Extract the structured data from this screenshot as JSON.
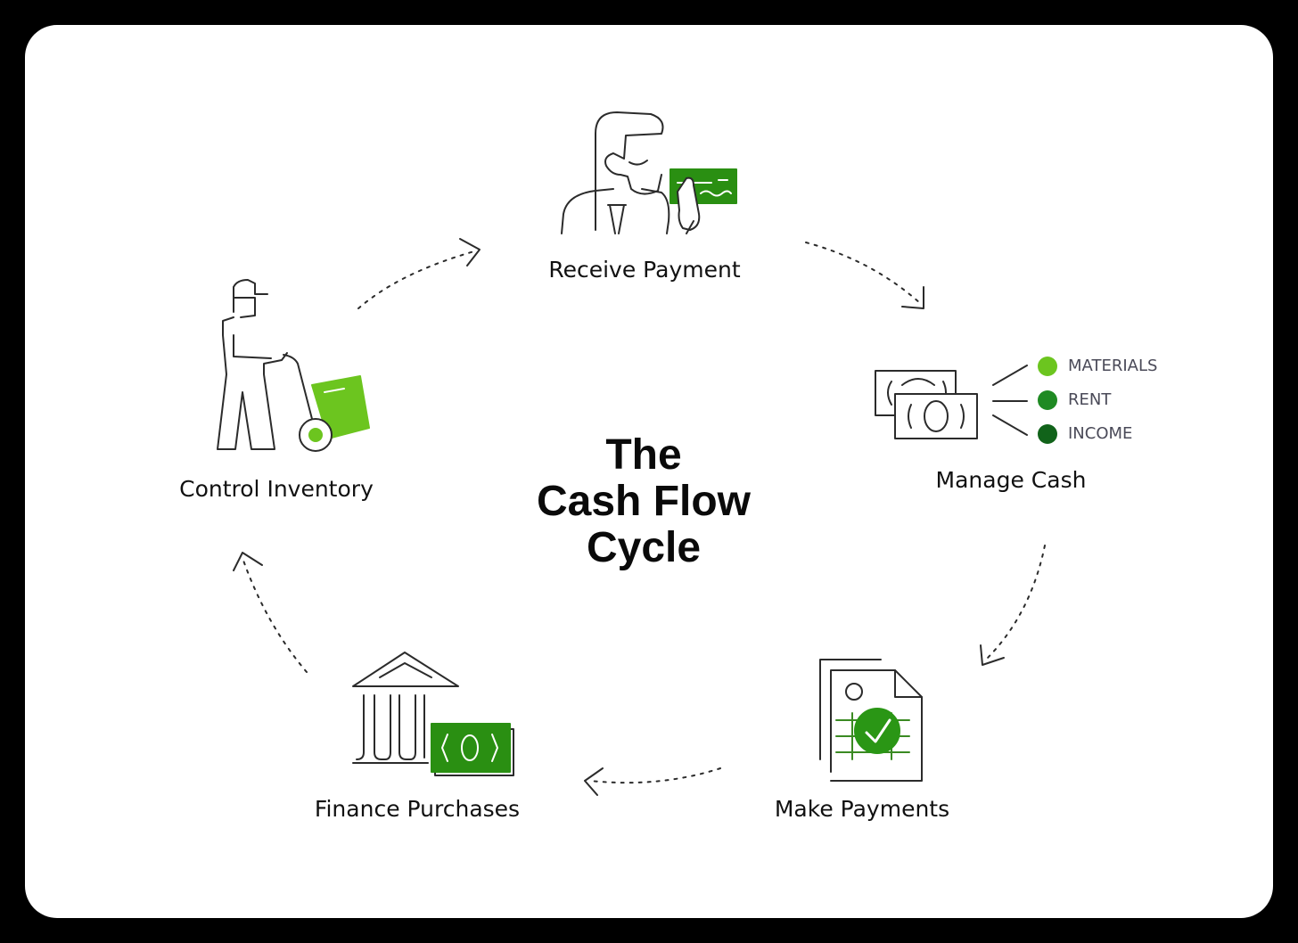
{
  "title": {
    "line1": "The",
    "line2": "Cash Flow",
    "line3": "Cycle"
  },
  "steps": [
    {
      "id": "receive-payment",
      "label": "Receive Payment"
    },
    {
      "id": "manage-cash",
      "label": "Manage Cash"
    },
    {
      "id": "make-payments",
      "label": "Make Payments"
    },
    {
      "id": "finance-purchases",
      "label": "Finance Purchases"
    },
    {
      "id": "control-inventory",
      "label": "Control Inventory"
    }
  ],
  "manage_cash_legend": [
    {
      "label": "MATERIALS",
      "color": "#6cc51f"
    },
    {
      "label": "RENT",
      "color": "#1f8a23"
    },
    {
      "label": "INCOME",
      "color": "#11631a"
    }
  ],
  "colors": {
    "accent": "#2a8f12",
    "accent_light": "#6cc51f",
    "line": "#2b2b2b"
  }
}
